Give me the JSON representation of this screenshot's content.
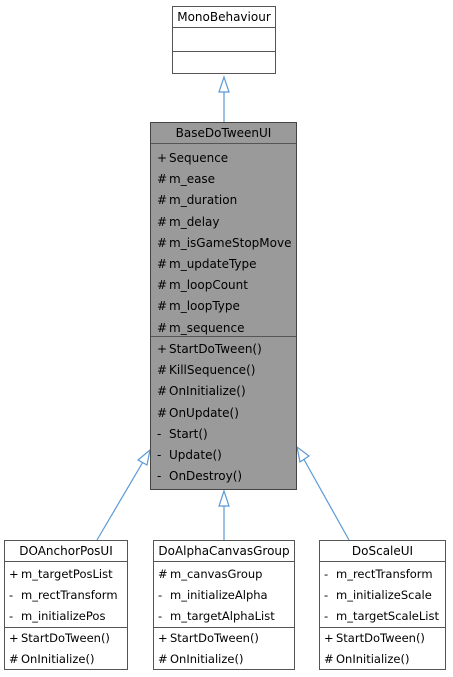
{
  "diagram": {
    "edge_color": "#5a9ad6",
    "mono": {
      "title": "MonoBehaviour",
      "attributes": [],
      "operations": []
    },
    "base": {
      "title": "BaseDoTweenUI",
      "fill": "#9a9a9a",
      "attributes": [
        {
          "vis": "+",
          "name": "Sequence"
        },
        {
          "vis": "#",
          "name": "m_ease"
        },
        {
          "vis": "#",
          "name": "m_duration"
        },
        {
          "vis": "#",
          "name": "m_delay"
        },
        {
          "vis": "#",
          "name": "m_isGameStopMove"
        },
        {
          "vis": "#",
          "name": "m_updateType"
        },
        {
          "vis": "#",
          "name": "m_loopCount"
        },
        {
          "vis": "#",
          "name": "m_loopType"
        },
        {
          "vis": "#",
          "name": "m_sequence"
        }
      ],
      "operations": [
        {
          "vis": "+",
          "name": "StartDoTween()"
        },
        {
          "vis": "#",
          "name": "KillSequence()"
        },
        {
          "vis": "#",
          "name": "OnInitialize()"
        },
        {
          "vis": "#",
          "name": "OnUpdate()"
        },
        {
          "vis": "-",
          "name": "Start()"
        },
        {
          "vis": "-",
          "name": "Update()"
        },
        {
          "vis": "-",
          "name": "OnDestroy()"
        }
      ]
    },
    "anchor": {
      "title": "DOAnchorPosUI",
      "attributes": [
        {
          "vis": "+",
          "name": "m_targetPosList"
        },
        {
          "vis": "-",
          "name": "m_rectTransform"
        },
        {
          "vis": "-",
          "name": "m_initializePos"
        }
      ],
      "operations": [
        {
          "vis": "+",
          "name": "StartDoTween()"
        },
        {
          "vis": "#",
          "name": "OnInitialize()"
        }
      ]
    },
    "alpha": {
      "title": "DoAlphaCanvasGroup",
      "attributes": [
        {
          "vis": "#",
          "name": "m_canvasGroup"
        },
        {
          "vis": "-",
          "name": "m_initializeAlpha"
        },
        {
          "vis": "-",
          "name": "m_targetAlphaList"
        }
      ],
      "operations": [
        {
          "vis": "+",
          "name": "StartDoTween()"
        },
        {
          "vis": "#",
          "name": "OnInitialize()"
        }
      ]
    },
    "scale": {
      "title": "DoScaleUI",
      "attributes": [
        {
          "vis": "-",
          "name": "m_rectTransform"
        },
        {
          "vis": "-",
          "name": "m_initializeScale"
        },
        {
          "vis": "-",
          "name": "m_targetScaleList"
        }
      ],
      "operations": [
        {
          "vis": "+",
          "name": "StartDoTween()"
        },
        {
          "vis": "#",
          "name": "OnInitialize()"
        }
      ]
    }
  }
}
